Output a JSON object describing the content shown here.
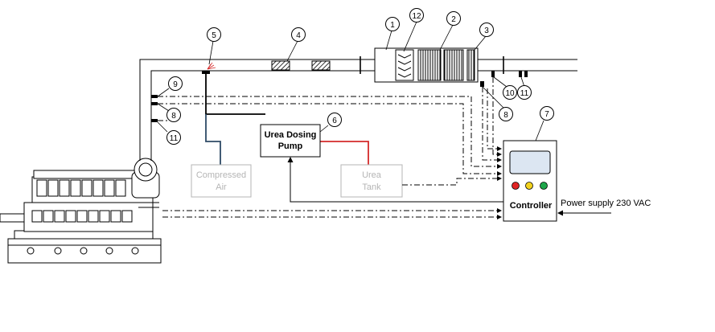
{
  "callouts": {
    "c1": "1",
    "c2": "2",
    "c3": "3",
    "c4": "4",
    "c5": "5",
    "c6": "6",
    "c7": "7",
    "c8a": "8",
    "c8b": "8",
    "c9": "9",
    "c10": "10",
    "c11a": "11",
    "c11b": "11",
    "c12": "12"
  },
  "dosing_pump": {
    "line1": "Urea Dosing",
    "line2": "Pump"
  },
  "compressed_air": {
    "line1": "Compressed",
    "line2": "Air"
  },
  "urea_tank": {
    "line1": "Urea",
    "line2": "Tank"
  },
  "controller": {
    "label": "Controller"
  },
  "power_supply": {
    "label": "Power supply 230 VAC"
  },
  "colors": {
    "urea_line": "#d42a2a",
    "air_line": "#2e4a66",
    "faded_text": "#b5b5b5",
    "screen": "#dce6f2",
    "led_red": "#e02424",
    "led_yellow": "#f2d21e",
    "led_green": "#1ea64a"
  }
}
